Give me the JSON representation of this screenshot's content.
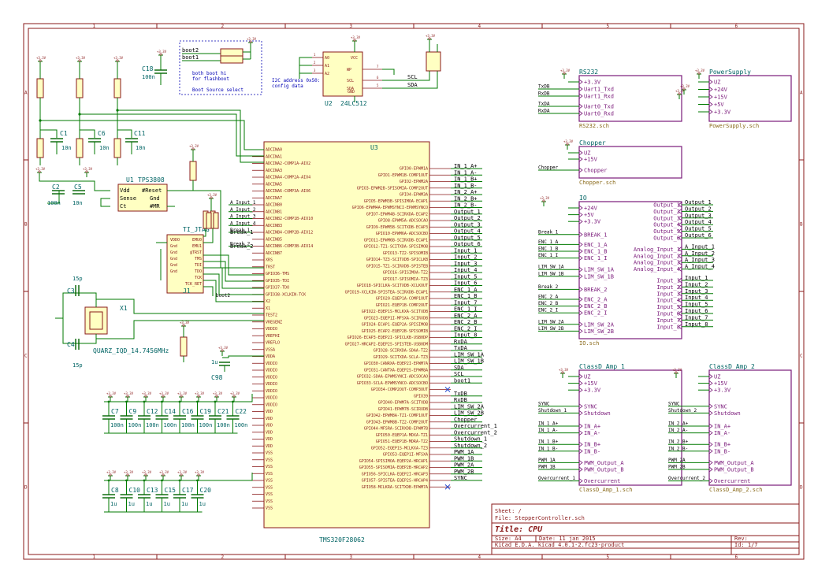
{
  "title_block": {
    "sheet": "Sheet: /",
    "file": "File: StepperController.sch",
    "title": "Title: CPU",
    "size": "Size: A4",
    "date": "Date: 11 jan 2015",
    "rev": "Rev:",
    "tool": "KiCad E.D.A.  kicad 4.0.1-2.fc23-product",
    "id": "Id: 1/7"
  },
  "border": {
    "cols": [
      "1",
      "2",
      "3",
      "4",
      "5",
      "6"
    ],
    "rows": [
      "A",
      "B",
      "C",
      "D"
    ]
  },
  "mcu": {
    "ref": "U3",
    "value": "TMS320F28062",
    "left_pins": [
      "ADCINA0",
      "ADCINA1",
      "ADCINA2-COMP1A-AIO2",
      "ADCINA3",
      "ADCINA4-COMP2A-AIO4",
      "ADCINA5",
      "ADCINA6-COMP3A-AIO6",
      "ADCINA7",
      "ADCINB0",
      "ADCINB1",
      "ADCINB2-COMP1B-AIO10",
      "ADCINB3",
      "ADCINB4-COMP2B-AIO12",
      "ADCINB5",
      "ADCINB6-COMP3B-AIO14",
      "ADCINB7",
      "XRS",
      "TRST",
      "GPIO36-TMS",
      "GPIO35-TDI",
      "GPIO37-TDO",
      "GPIO38-XCLKIN-TCK",
      "X2",
      "X1",
      "TEST2",
      "VREGENZ",
      "VDDIO",
      "VREFHI",
      "VREFLO",
      "VSSA",
      "VDDA",
      "VDDIO",
      "VDDIO",
      "VDDIO",
      "VDDIO",
      "VDDIO",
      "VDDIO",
      "VDDIO",
      "VDD",
      "VDD",
      "VDD",
      "VDD",
      "VDD",
      "VDD",
      "VSS",
      "VSS",
      "VSS",
      "VSS",
      "VSS",
      "VSS",
      "VSS",
      "VSS",
      "VSS"
    ],
    "right_pins": [
      "GPIO0-EPWM1A",
      "GPIO1-EPWM1B-COMP1OUT",
      "GPIO2-EPWM2A",
      "GPIO3-EPWM2B-SPISOMIA-COMP2OUT",
      "GPIO4-EPWM3A",
      "GPIO5-EPWM3B-SPISIMOA-ECAP1",
      "GPIO6-EPWM4A-EPWMSYNCI-EPWMSYNCO",
      "GPIO7-EPWM4B-SCIRXDA-ECAP2",
      "GPIO8-EPWM5A-ADCSOCAO",
      "GPIO9-EPWM5B-SCITXDB-ECAP3",
      "GPIO10-EPWM6A-ADCSOCBO",
      "GPIO11-EPWM6B-SCIRXDB-ECAP1",
      "GPIO12-TZ1-SCITXDA-SPISIMOB",
      "GPIO13-TZ2-SPISOMIB",
      "GPIO14-TZ3-SCITXDB-SPICLKB",
      "GPIO15-TZ1-SCIRXDB-SPISTEB",
      "GPIO16-SPISIMOA-TZ2",
      "GPIO17-SPISOMIA-TZ3",
      "GPIO18-SPICLKA-SCITXDB-XCLKOUT",
      "GPIO19-XCLKIN-SPISTEA-SCIRXDB-ECAP1",
      "GPIO20-EQEP1A-COMP1OUT",
      "GPIO21-EQEP1B-COMP2OUT",
      "GPIO22-EQEP1S-MCLKXA-SCITXDB",
      "GPIO23-EQEP1I-MFSXA-SCIRXDB",
      "GPIO24-ECAP1-EQEP2A-SPISIMOB",
      "GPIO25-ECAP2-EQEP2B-SPISOMIB",
      "GPIO26-ECAP3-EQEP2I-SPICLKB-USB0DP",
      "GPIO27-HRCAP2-EQEP2S-SPISTEB-USB0DM",
      "GPIO28-SCIRXDA-SDAA-TZ2",
      "GPIO29-SCITXDA-SCLA-TZ3",
      "GPIO30-CANRXA-EQEP2I-EPWM7A",
      "GPIO31-CANTXA-EQEP2S-EPWM8A",
      "GPIO32-SDAA-EPWMSYNCI-ADCSOCAO",
      "GPIO33-SCLA-EPWMSYNCO-ADCSOCBO",
      "GPIO34-COMP2OUT-COMP3OUT",
      "GPIO39",
      "GPIO40-EPWM7A-SCITXDB",
      "GPIO41-EPWM7B-SCIRXDB",
      "GPIO42-EPWM8A-TZ1-COMP1OUT",
      "GPIO43-EPWM8B-TZ2-COMP2OUT",
      "GPIO44-MFSRA-SCIRXDB-EPWM7B",
      "GPIO50-EQEP1A-MDXA-TZ1",
      "GPIO51-EQEP1B-MDRA-TZ2",
      "GPIO52-EQEP1S-MCLKXA-TZ3",
      "GPIO53-EQEP1I-MFSXA",
      "GPIO54-SPISIMOA-EQEP2A-HRCAP1",
      "GPIO55-SPISOMIA-EQEP2B-HRCAP2",
      "GPIO56-SPICLKA-EQEP2I-HRCAP3",
      "GPIO57-SPISTEA-EQEP2S-HRCAP4",
      "GPIO58-MCLKRA-SCITXDB-EPWM7A"
    ],
    "right_nets": [
      "IN_1_A+",
      "IN_1_A-",
      "IN_1_B+",
      "IN_1_B-",
      "IN_2_A+",
      "IN_2_B+",
      "IN_2_B-",
      "Output_1",
      "Output_2",
      "Output_3",
      "Output_4",
      "Output_5",
      "Output_6",
      "Input_1",
      "Input_2",
      "Input_3",
      "Input_4",
      "Input_5",
      "Input_6",
      "ENC_1_A",
      "ENC_1_B",
      "Input_7",
      "ENC_1_I",
      "ENC_2_A",
      "ENC_2_B",
      "ENC_2_I",
      "Input_8",
      "RxDA",
      "TxDA",
      "LIM_SW_1A",
      "LIM_SW_1B",
      "SDA",
      "SCL",
      "boot1",
      "",
      "TxDB",
      "RxDB",
      "LIM_SW_2A",
      "LIM_SW_2B",
      "Chopper",
      "Overcurrent_1",
      "Overcurrent_2",
      "Shutdown_1",
      "Shutdown_2",
      "PWM_1A",
      "PWM_1B",
      "PWM_2A",
      "PWM_2B",
      "SYNC",
      ""
    ],
    "left_nets": [
      "",
      "",
      "",
      "",
      "",
      "",
      "",
      "",
      "A_Input_1",
      "A_Input_2",
      "A_Input_3",
      "A_Input_4",
      "Break_1",
      "",
      "Break_2"
    ]
  },
  "boot": {
    "labels": [
      "boot2",
      "boot1"
    ],
    "note1": "both boot hi",
    "note2": "for flashboot",
    "note3": "Boot Source select"
  },
  "eeprom": {
    "ref": "U2",
    "value": "24LC512",
    "left_pins": [
      "A0",
      "A1",
      "A2"
    ],
    "right_pins": [
      "WP",
      "SCL",
      "SDA"
    ],
    "pin_nums_left": [
      "1",
      "2",
      "3"
    ],
    "pin_nums_right": [
      "7",
      "6",
      "5"
    ],
    "vcc": "VCC",
    "gnd": "GND",
    "note1": "I2C address 0x50:",
    "note2": "config data",
    "nets": [
      "SCL",
      "SDA"
    ]
  },
  "supervisor": {
    "ref": "U1",
    "value": "TPS3808",
    "pins_left": [
      "Vdd",
      "Sense",
      "Ct"
    ],
    "pins_right": [
      "#Reset",
      "Gnd",
      "#MR"
    ]
  },
  "jtag": {
    "ref": "J1",
    "value": "TI_JTAG",
    "pins_left": [
      "VDDO",
      "Gnd",
      "Gnd",
      "Gnd",
      "Gnd",
      "Gnd"
    ],
    "pins_right": [
      "EMU0",
      "EMU1",
      "@TRST",
      "TMS",
      "TDI",
      "TDO",
      "TCK",
      "TCK_RET"
    ]
  },
  "crystal": {
    "ref": "X1",
    "value": "QUARZ_IQD_14.7456MHz",
    "c3": "C3",
    "c4": "C4",
    "cval": "15p"
  },
  "caps_top": [
    {
      "ref": "C1",
      "val": "10n"
    },
    {
      "ref": "C6",
      "val": "10n"
    },
    {
      "ref": "C11",
      "val": "10n"
    },
    {
      "ref": "C2",
      "val": "100n"
    },
    {
      "ref": "C5",
      "val": "10n"
    },
    {
      "ref": "C18",
      "val": "100n"
    },
    {
      "ref": "C98",
      "val": "1u"
    }
  ],
  "caps_row1": [
    {
      "ref": "C7",
      "val": "100n"
    },
    {
      "ref": "C9",
      "val": "100n"
    },
    {
      "ref": "C12",
      "val": "100n"
    },
    {
      "ref": "C14",
      "val": "100n"
    },
    {
      "ref": "C16",
      "val": "100n"
    },
    {
      "ref": "C19",
      "val": "100n"
    },
    {
      "ref": "C21",
      "val": "100n"
    },
    {
      "ref": "C22",
      "val": "100n"
    }
  ],
  "caps_row2": [
    {
      "ref": "C8",
      "val": "1u"
    },
    {
      "ref": "C10",
      "val": "1u"
    },
    {
      "ref": "C13",
      "val": "1u"
    },
    {
      "ref": "C15",
      "val": "1u"
    },
    {
      "ref": "C17",
      "val": "1u"
    },
    {
      "ref": "C20",
      "val": "1u"
    }
  ],
  "power_tag": "+3.3V",
  "misc_labels": {
    "boot2": "boot2",
    "break1": "Break_1",
    "break2": "Break_2"
  },
  "sheets": {
    "rs232": {
      "name": "RS232",
      "file": "RS232.sch",
      "pins": [
        "+3.3V",
        "Uart1_Txd",
        "Uart1_Rxd",
        "Uart0_Txd",
        "Uart0_Rxd"
      ],
      "nets": [
        "TxDB",
        "RxDB",
        "TxDA",
        "RxDA"
      ]
    },
    "power": {
      "name": "PowerSupply",
      "file": "PowerSupply.sch",
      "pins": [
        "UZ",
        "+24V",
        "+15V",
        "+5V",
        "+3.3V"
      ]
    },
    "chopper": {
      "name": "Chopper",
      "file": "Chopper.sch",
      "pins": [
        "UZ",
        "+15V",
        "Chopper"
      ],
      "net": "Chopper"
    },
    "io": {
      "name": "IO",
      "file": "IO.sch",
      "left_pins": [
        "+24V",
        "+5V",
        "+3.3V",
        "BREAK_1",
        "ENC_1_A",
        "ENC_1_B",
        "ENC_1_I",
        "LIM_SW_1A",
        "LIM_SW_1B",
        "BREAK_2",
        "ENC_2_A",
        "ENC_2_B",
        "ENC_2_I",
        "LIM_SW_2A",
        "LIM_SW_2B"
      ],
      "left_nets": [
        "",
        "",
        "",
        "Break_1",
        "ENC_1_A",
        "ENC_1_B",
        "ENC_1_I",
        "LIM_SW_1A",
        "LIM_SW_1B",
        "Break_2",
        "ENC_2_A",
        "ENC_2_B",
        "ENC_2_I",
        "LIM_SW_2A",
        "LIM_SW_2B"
      ],
      "right_pins": [
        "Output_1",
        "Output_2",
        "Output_3",
        "Output_4",
        "Output_5",
        "Output_6",
        "Analog_Input_1",
        "Analog_Input_2",
        "Analog_Input_3",
        "Analog_Input_4",
        "Input_1",
        "Input_2",
        "Input_3",
        "Input_4",
        "Input_5",
        "Input_6",
        "Input_7",
        "Input_8"
      ],
      "right_nets": [
        "Output_1",
        "Output_2",
        "Output_3",
        "Output_4",
        "Output_5",
        "Output_6",
        "A_Input_1",
        "A_Input_2",
        "A_Input_3",
        "A_Input_4",
        "Input_1",
        "Input_2",
        "Input_3",
        "Input_4",
        "Input_5",
        "Input_6",
        "Input_7",
        "Input_8"
      ]
    },
    "amp1": {
      "name": "ClassD_Amp_1",
      "file": "ClassD_Amp_1.sch",
      "pins": [
        "UZ",
        "+15V",
        "+3.3V",
        "SYNC",
        "Shutdown",
        "IN_A+",
        "IN_A-",
        "IN_B+",
        "IN_B-",
        "PWM_Output_A",
        "PWM_Output_B",
        "Overcurrent"
      ],
      "nets": [
        "",
        "",
        "",
        "SYNC",
        "Shutdown_1",
        "IN_1_A+",
        "IN_1_A-",
        "IN_1_B+",
        "IN_1_B-",
        "PWM_1A",
        "PWM_1B",
        "Overcurrent_1"
      ]
    },
    "amp2": {
      "name": "ClassD_Amp_2",
      "file": "ClassD_Amp_2.sch",
      "pins": [
        "UZ",
        "+15V",
        "+3.3V",
        "SYNC",
        "Shutdown",
        "IN_A+",
        "IN_A-",
        "IN_B+",
        "IN_B-",
        "PWM_Output_A",
        "PWM_Output_B",
        "Overcurrent"
      ],
      "nets": [
        "",
        "",
        "",
        "SYNC",
        "Shutdown_2",
        "IN_2_A+",
        "IN_2_A-",
        "IN_2_B+",
        "IN_2_B-",
        "PWM_2A",
        "PWM_2B",
        "Overcurrent_2"
      ]
    }
  }
}
